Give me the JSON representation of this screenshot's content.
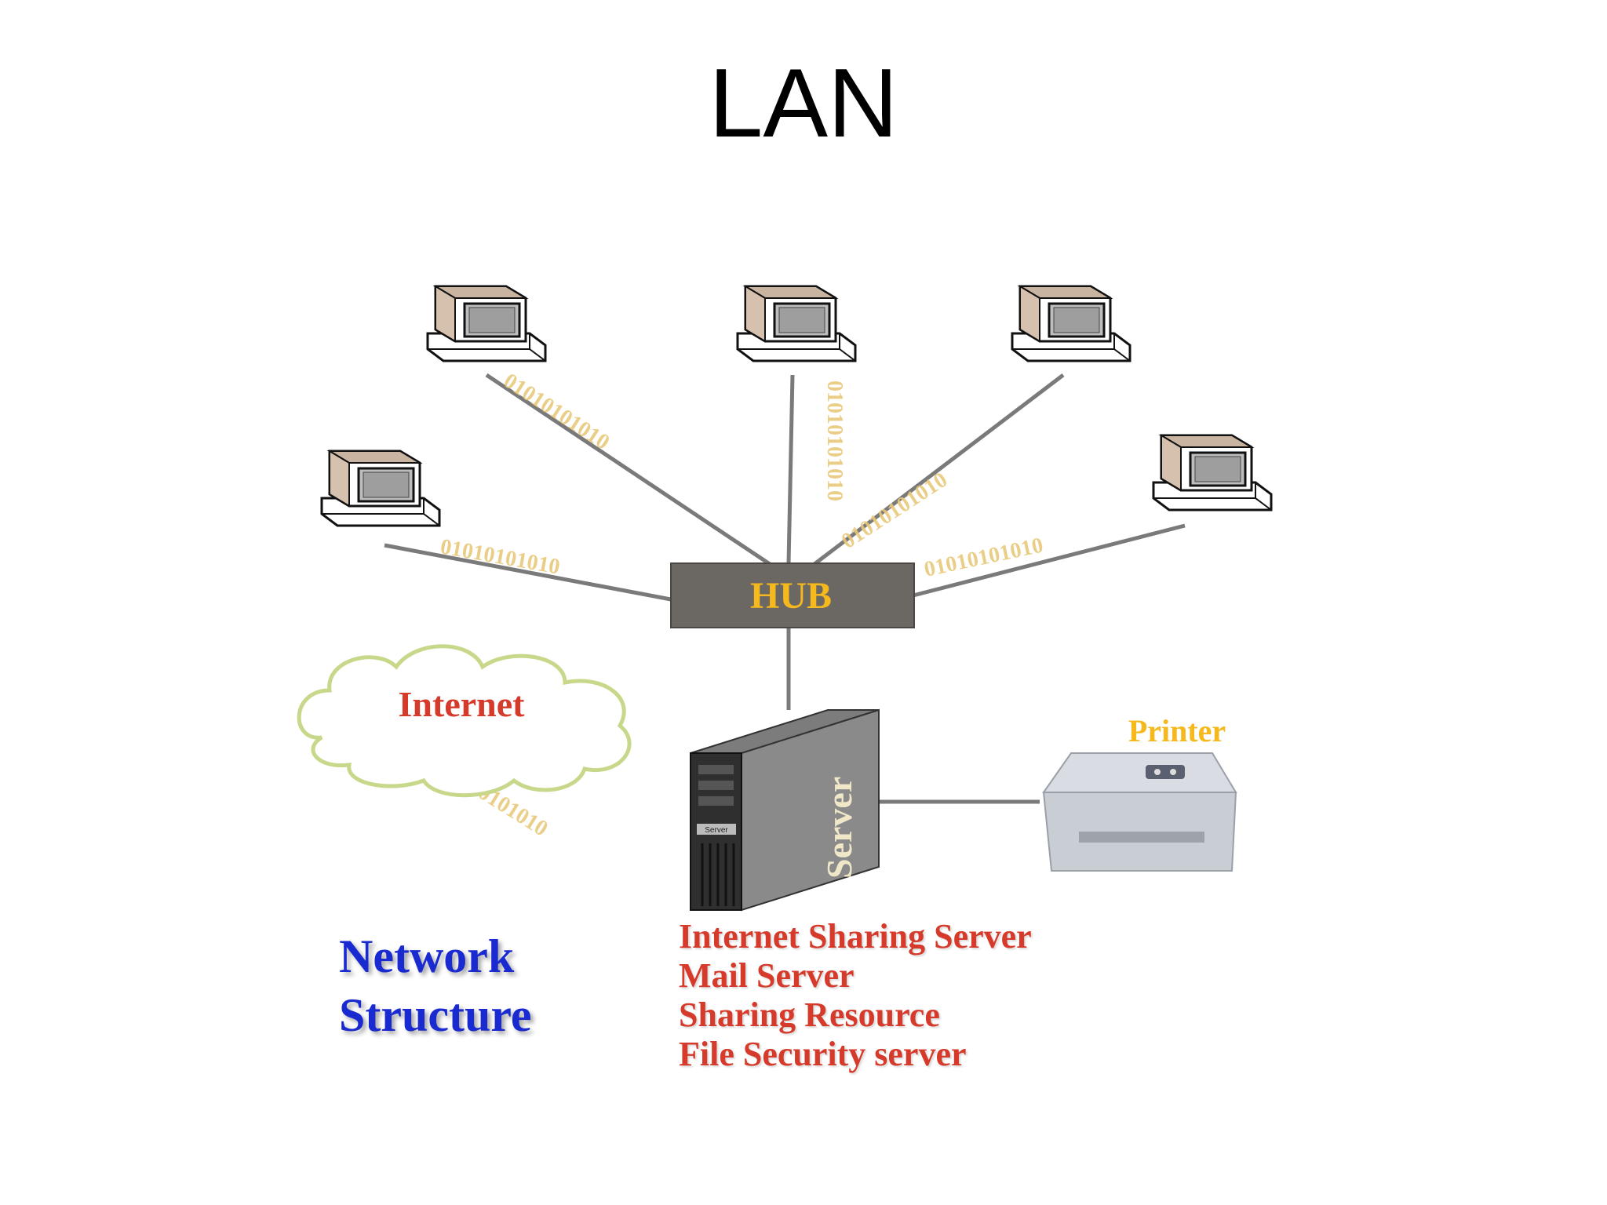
{
  "slide": {
    "title": "LAN"
  },
  "diagram": {
    "hub_label": "HUB",
    "internet_label": "Internet",
    "printer_label": "Printer",
    "server_label": "Server",
    "server_badge": "Server",
    "binary_text": "01010101010",
    "caption_line1": "Network",
    "caption_line2": "Structure",
    "server_roles": [
      "Internet Sharing Server",
      "Mail Server",
      "Sharing Resource",
      "File Security server"
    ],
    "colors": {
      "hub": "#6b6763",
      "hub_text": "#f5b81d",
      "role_text": "#d63a2a",
      "internet_text": "#d63a2a",
      "caption_text": "#1a2ad1",
      "binary_text": "#e8c97a",
      "cable": "#7a7a7a",
      "cloud_stroke": "#c8d88a"
    }
  }
}
